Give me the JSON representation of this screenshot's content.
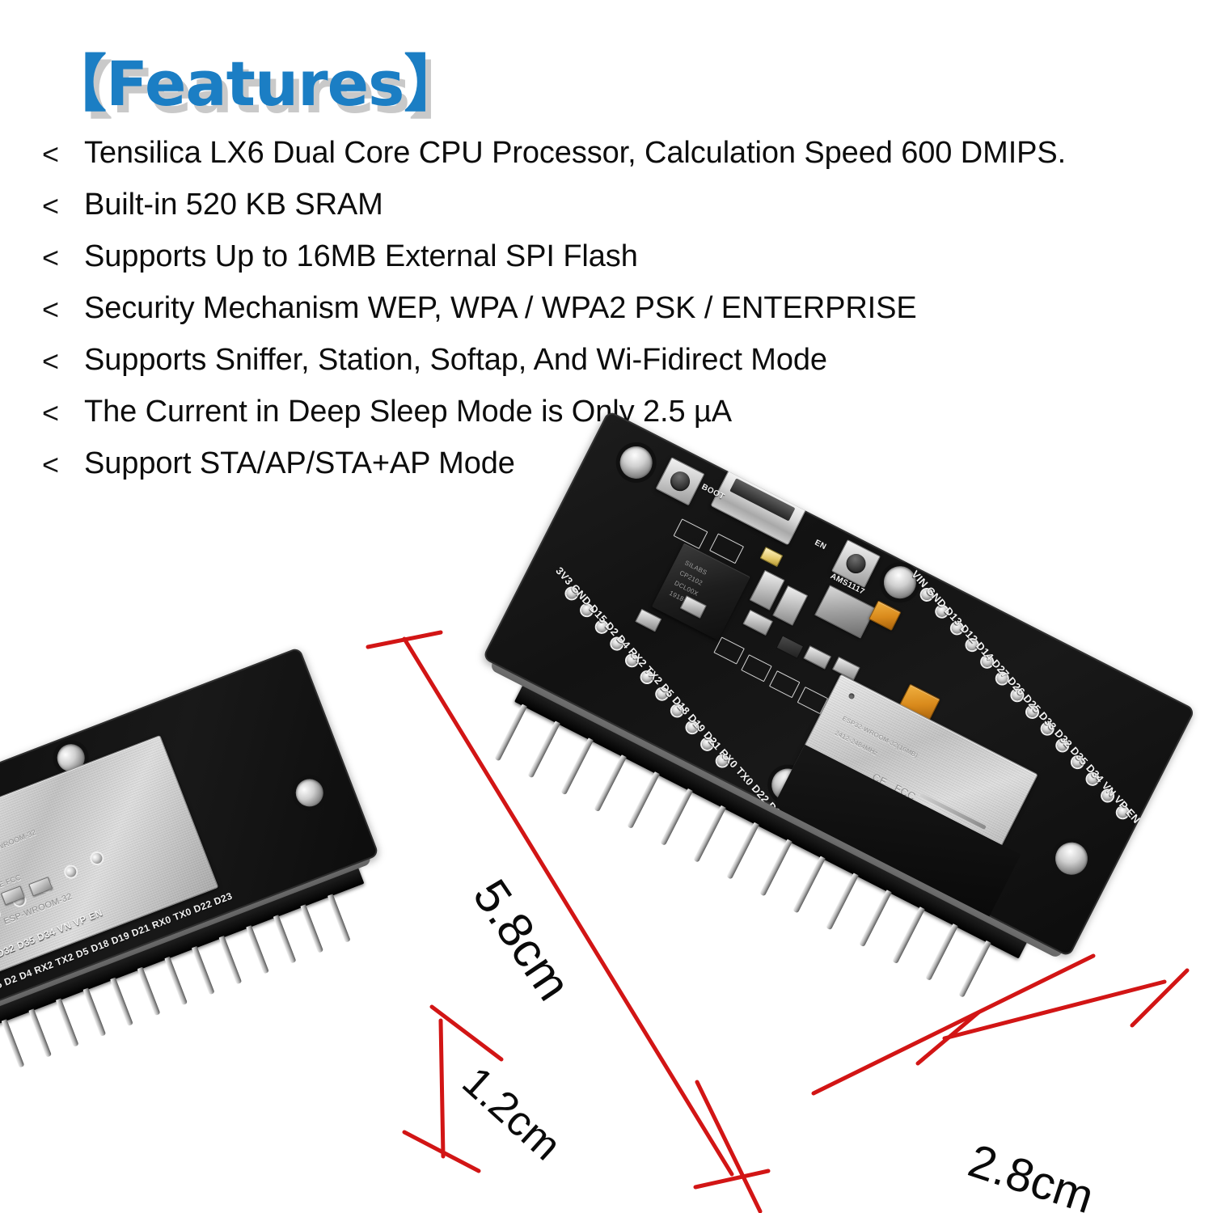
{
  "header": {
    "title_bracket_open": "【",
    "title_text": "Features",
    "title_bracket_close": "】",
    "title_full": "【Features】",
    "title_color": "#1b7ec4",
    "title_shadow_color": "#c9c9c9"
  },
  "features": {
    "bullet_marker": "<",
    "items": [
      "Tensilica LX6 Dual Core CPU Processor, Calculation Speed 600 DMIPS.",
      "Built-in 520 KB SRAM",
      "Supports Up to 16MB External SPI Flash",
      "Security Mechanism WEP, WPA / WPA2 PSK / ENTERPRISE",
      "Supports Sniffer, Station, Softap, And Wi-Fidirect Mode",
      "The Current in Deep Sleep Mode is Only 2.5 µA",
      "Support STA/AP/STA+AP Mode"
    ]
  },
  "product_photo": {
    "description": "Two ESP32 development boards photographed at an angle on a white background",
    "board_module_label": "ESP-WROOM-32",
    "board_module_sub": "ESP32-WROOM-32(16MB)",
    "board_module_freq": "2412-2484MHz",
    "usb_connector": "micro-usb-port",
    "buttons": [
      "BOOT",
      "EN"
    ],
    "usb_bridge_ic": "SILABS CP2102",
    "usb_bridge_ic_lines": [
      "SILABS",
      "CP2102",
      "DCL00X",
      "1918+"
    ],
    "regulator": "AMS1117",
    "pin_labels_top": [
      "VIN",
      "GND",
      "D13",
      "D12",
      "D14",
      "D27",
      "D26",
      "D25",
      "D33",
      "D32",
      "D35",
      "D34",
      "VN",
      "VP",
      "EN"
    ],
    "pin_labels_bottom": [
      "3V3",
      "GND",
      "D15",
      "D2",
      "D4",
      "RX2",
      "TX2",
      "D5",
      "D18",
      "D19",
      "D21",
      "RX0",
      "TX0",
      "D22",
      "D23"
    ],
    "certification_marks": [
      "CE",
      "FCC"
    ]
  },
  "dimensions": {
    "line_color": "#d21515",
    "length": {
      "value": "5.8cm",
      "rotation_deg": 56
    },
    "thickness": {
      "value": "1.2cm",
      "rotation_deg": 42
    },
    "width": {
      "value": "2.8cm",
      "rotation_deg": 18
    }
  }
}
